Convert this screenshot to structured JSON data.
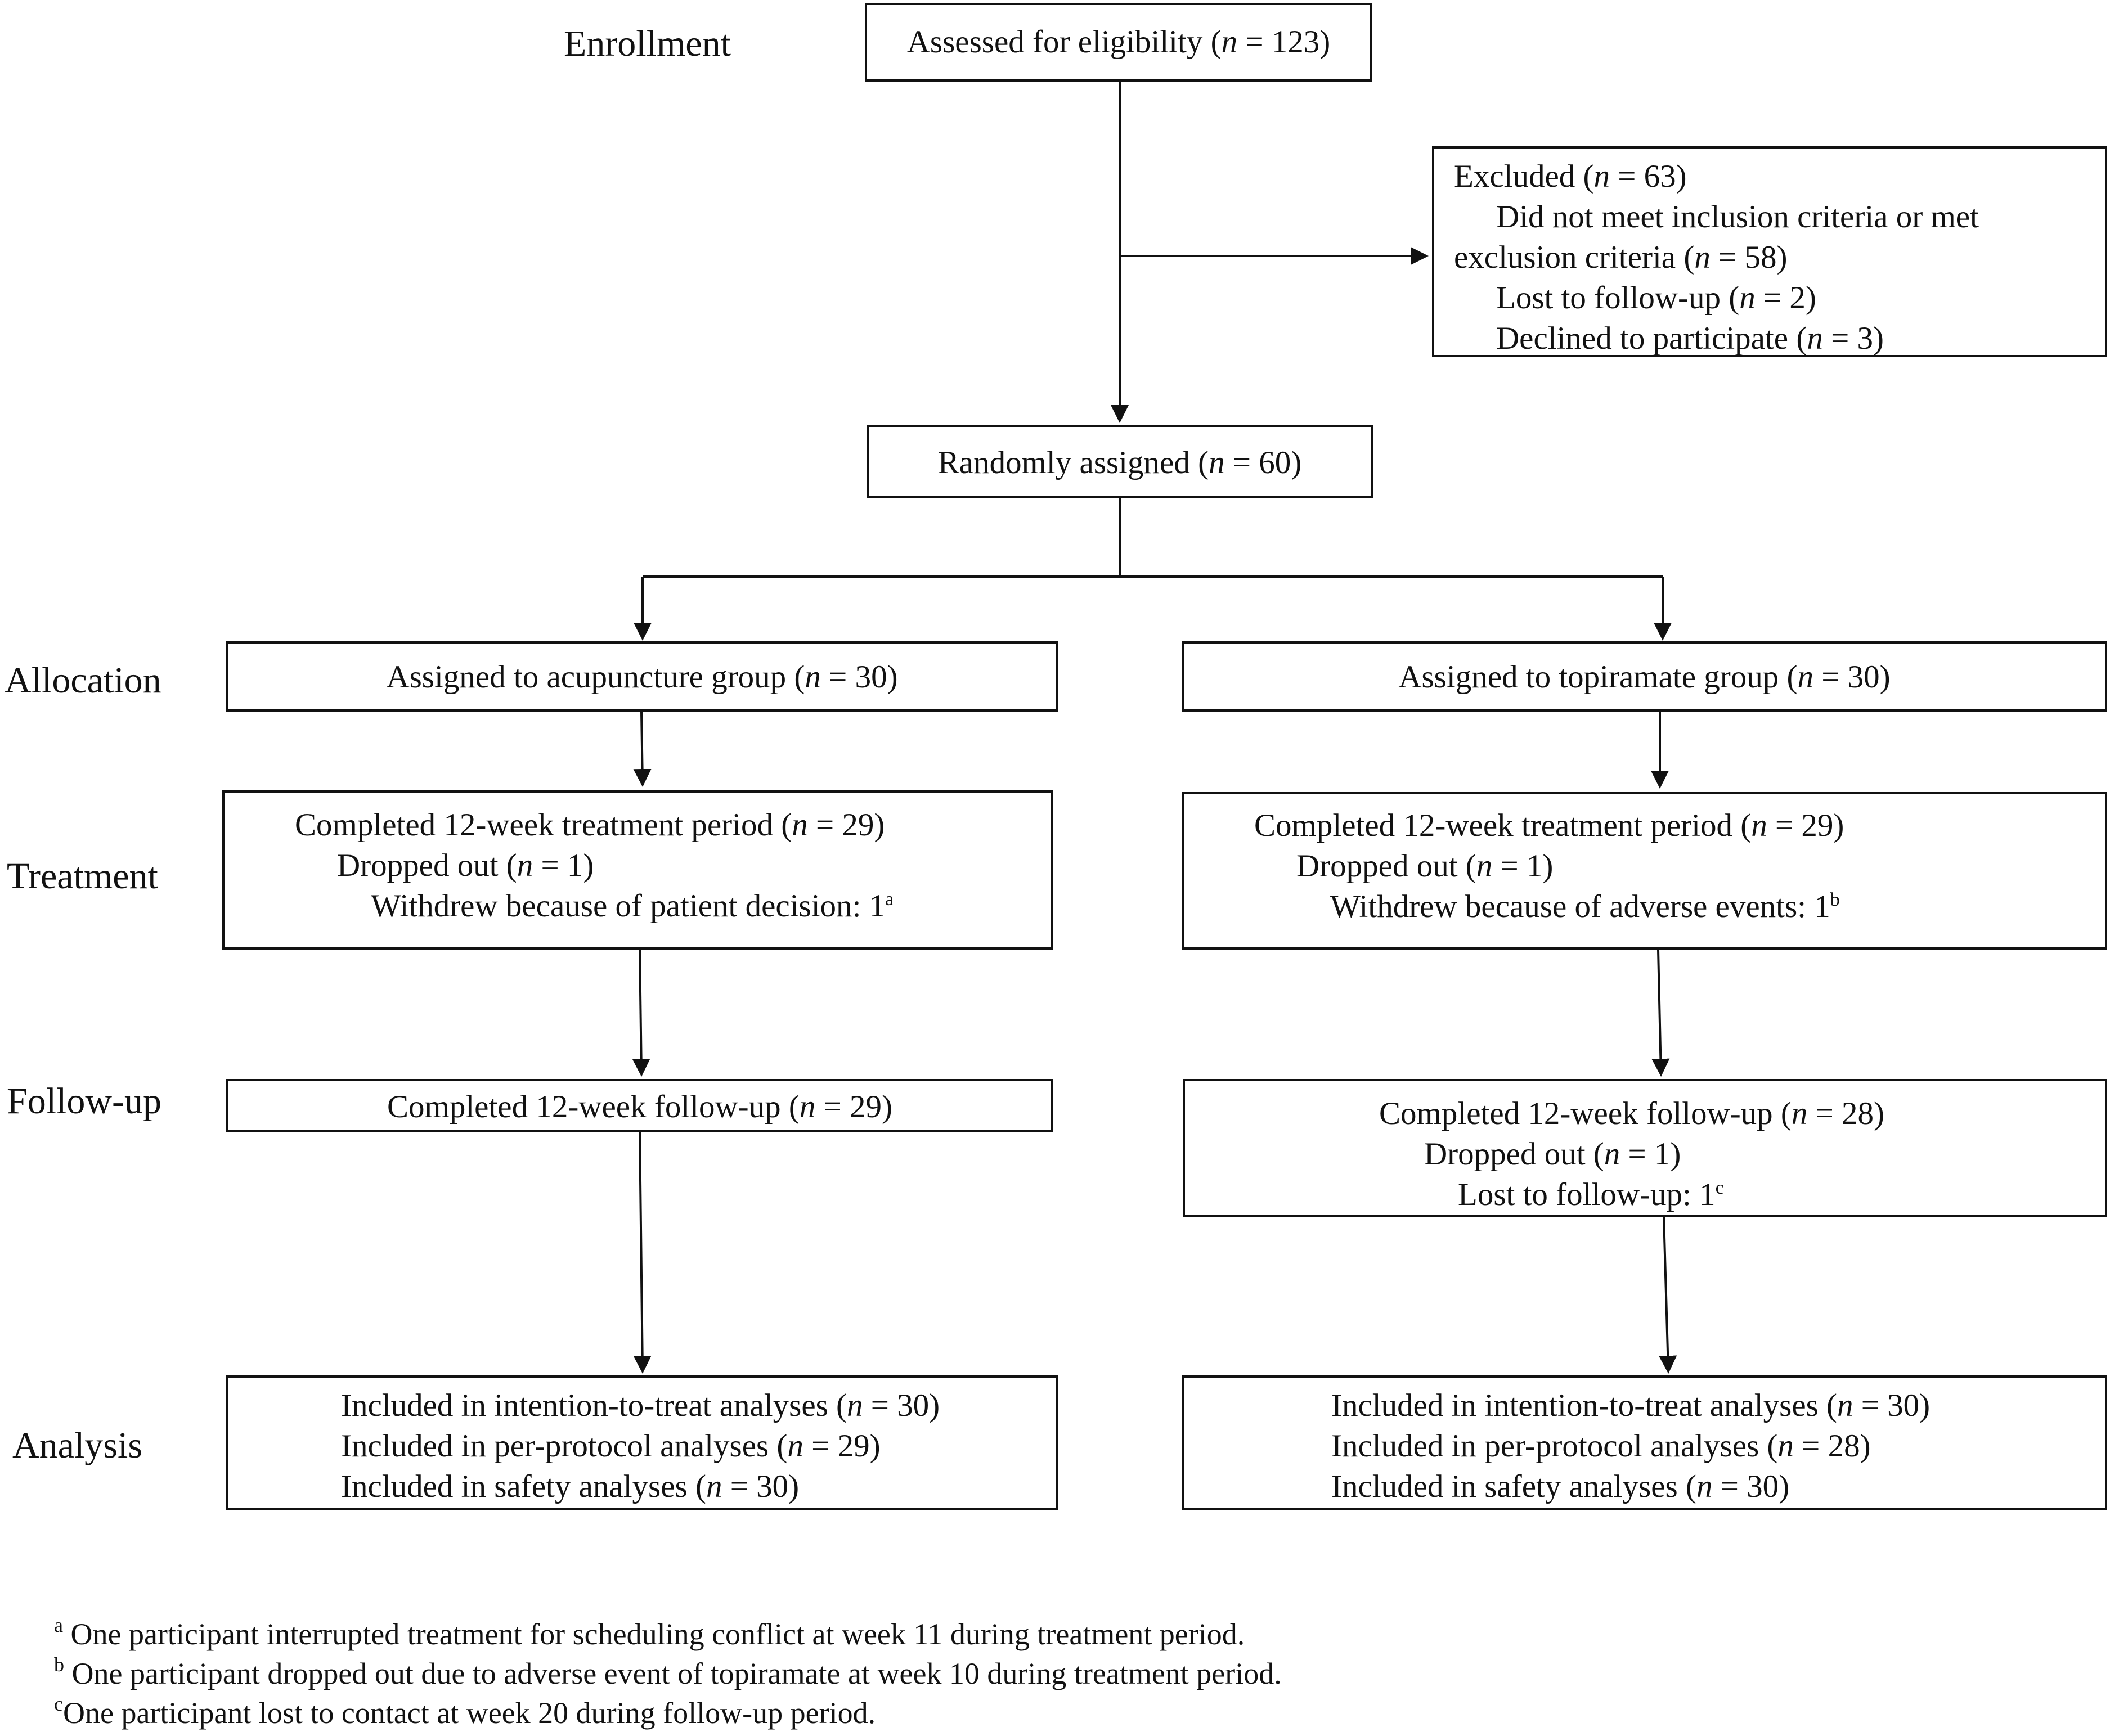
{
  "stages": {
    "enrollment": "Enrollment",
    "allocation": "Allocation",
    "treatment": "Treatment",
    "followup": "Follow-up",
    "analysis": "Analysis"
  },
  "nsym": "n",
  "assessed": {
    "label": "Assessed for eligibility (",
    "count": " = 123)"
  },
  "excluded": {
    "title": {
      "label": "Excluded (",
      "count": " = 63)"
    },
    "reason1_a": "Did not meet inclusion criteria or met",
    "reason1_b": {
      "label": "exclusion criteria (",
      "count": " = 58)"
    },
    "reason2": {
      "label": "Lost to follow-up (",
      "count": " = 2)"
    },
    "reason3": {
      "label": "Declined to participate  (",
      "count": " = 3)"
    }
  },
  "randomized": {
    "label": "Randomly assigned (",
    "count": " = 60)"
  },
  "acupuncture": {
    "allocation": {
      "label": "Assigned to acupuncture group  (",
      "count": " = 30)"
    },
    "treatment": {
      "completed": {
        "label": "Completed 12-week treatment period (",
        "count": " = 29)"
      },
      "dropped": {
        "label": "Dropped out (",
        "count": " = 1)"
      },
      "reason": "Withdrew because of patient decision: 1",
      "mark": "a"
    },
    "followup": {
      "completed": {
        "label": "Completed 12-week follow-up (",
        "count": " = 29)"
      }
    },
    "analysis": {
      "itt": {
        "label": "Included in intention-to-treat analyses (",
        "count": " = 30)"
      },
      "pp": {
        "label": "Included in per-protocol analyses (",
        "count": " = 29)"
      },
      "safety": {
        "label": "Included in safety analyses (",
        "count": " = 30)"
      }
    }
  },
  "topiramate": {
    "allocation": {
      "label": "Assigned to topiramate group (",
      "count": " = 30)"
    },
    "treatment": {
      "completed": {
        "label": "Completed 12-week treatment period (",
        "count": " = 29)"
      },
      "dropped": {
        "label": "Dropped out (",
        "count": " = 1)"
      },
      "reason": "Withdrew because of adverse events: 1",
      "mark": "b"
    },
    "followup": {
      "completed": {
        "label": "Completed 12-week follow-up (",
        "count": " = 28)"
      },
      "dropped": {
        "label": "Dropped out (",
        "count": " = 1)"
      },
      "reason": "Lost to follow-up: 1",
      "mark": "c"
    },
    "analysis": {
      "itt": {
        "label": "Included in intention-to-treat analyses (",
        "count": " = 30)"
      },
      "pp": {
        "label": "Included in per-protocol analyses (",
        "count": " = 28)"
      },
      "safety": {
        "label": "Included in safety analyses (",
        "count": " = 30)"
      }
    }
  },
  "footnotes": [
    {
      "mark": "a",
      "text": "One participant interrupted treatment for scheduling conflict at week 11 during treatment period."
    },
    {
      "mark": "b",
      "text": "One participant dropped out due to adverse event of topiramate at week 10 during treatment period."
    },
    {
      "mark": "c",
      "text": "One participant lost to contact at week 20 during follow-up period."
    }
  ]
}
